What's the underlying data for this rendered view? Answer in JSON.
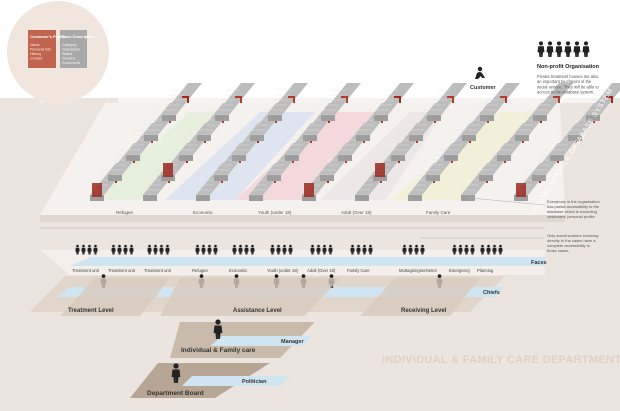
{
  "legend": {
    "profile_title": "Customer's Profile",
    "profile_items": [
      "Name",
      "Personal Info",
      "History",
      "Contact"
    ],
    "case_title": "Case Description",
    "case_items": [
      "Category",
      "Description",
      "Status",
      "Timeline",
      "Documents"
    ]
  },
  "nonprofit": {
    "title": "Non-profit Organisation",
    "description": [
      "Private treatment houses are also",
      "an important touchpoint of the",
      "social service. They will be able to",
      "access to the database system."
    ]
  },
  "customer_label": "Customer",
  "database_system_label": "SOCIAL SERVICE DATABASE SYSTEM",
  "database_categories": [
    "Refugee",
    "Economic",
    "Youth (under 18)",
    "Adult (Over 18)",
    "Family Care"
  ],
  "annotations": {
    "partial_access": [
      "Everybody in the organisation",
      "has partial accessibility to the",
      "database which is excluding",
      "customers' personal profile."
    ],
    "complete_access": [
      "Only social workers involving",
      "directly to the cases have a",
      "complete accessibility to",
      "those cases."
    ]
  },
  "teams": [
    "Treatment unit",
    "Treatment unit",
    "Treatment unit",
    "Refugee",
    "Economic",
    "Youth (under 18)",
    "Adult (Over 18)",
    "Family Care",
    "Mottagningsenheten",
    "Emergency",
    "Planning"
  ],
  "roles": {
    "faces": "Faces",
    "chiefs": "Chiefs",
    "manager": "Manager",
    "politician": "Politician"
  },
  "levels": {
    "treatment": "Treatment Level",
    "assistance": "Assistance Level",
    "receiving": "Receiving Level",
    "individual_family": "Individual & Family care",
    "department_board": "Department Board"
  },
  "department_title": "INDIVIDUAL & FAMILY CARE DEPARTMENT",
  "colors": {
    "profile": "#c0644e",
    "case": "#a9a9a9",
    "band": "#ece5df",
    "blue_strip": "#cfe5f2",
    "level_plane": "#d8cabd",
    "refugee": "#e3efd8",
    "economic": "#dce3f1",
    "youth": "#f3d6d8",
    "adult": "#ede5e6",
    "family": "#f3f0d6",
    "folder_red": "#b13b2c"
  }
}
